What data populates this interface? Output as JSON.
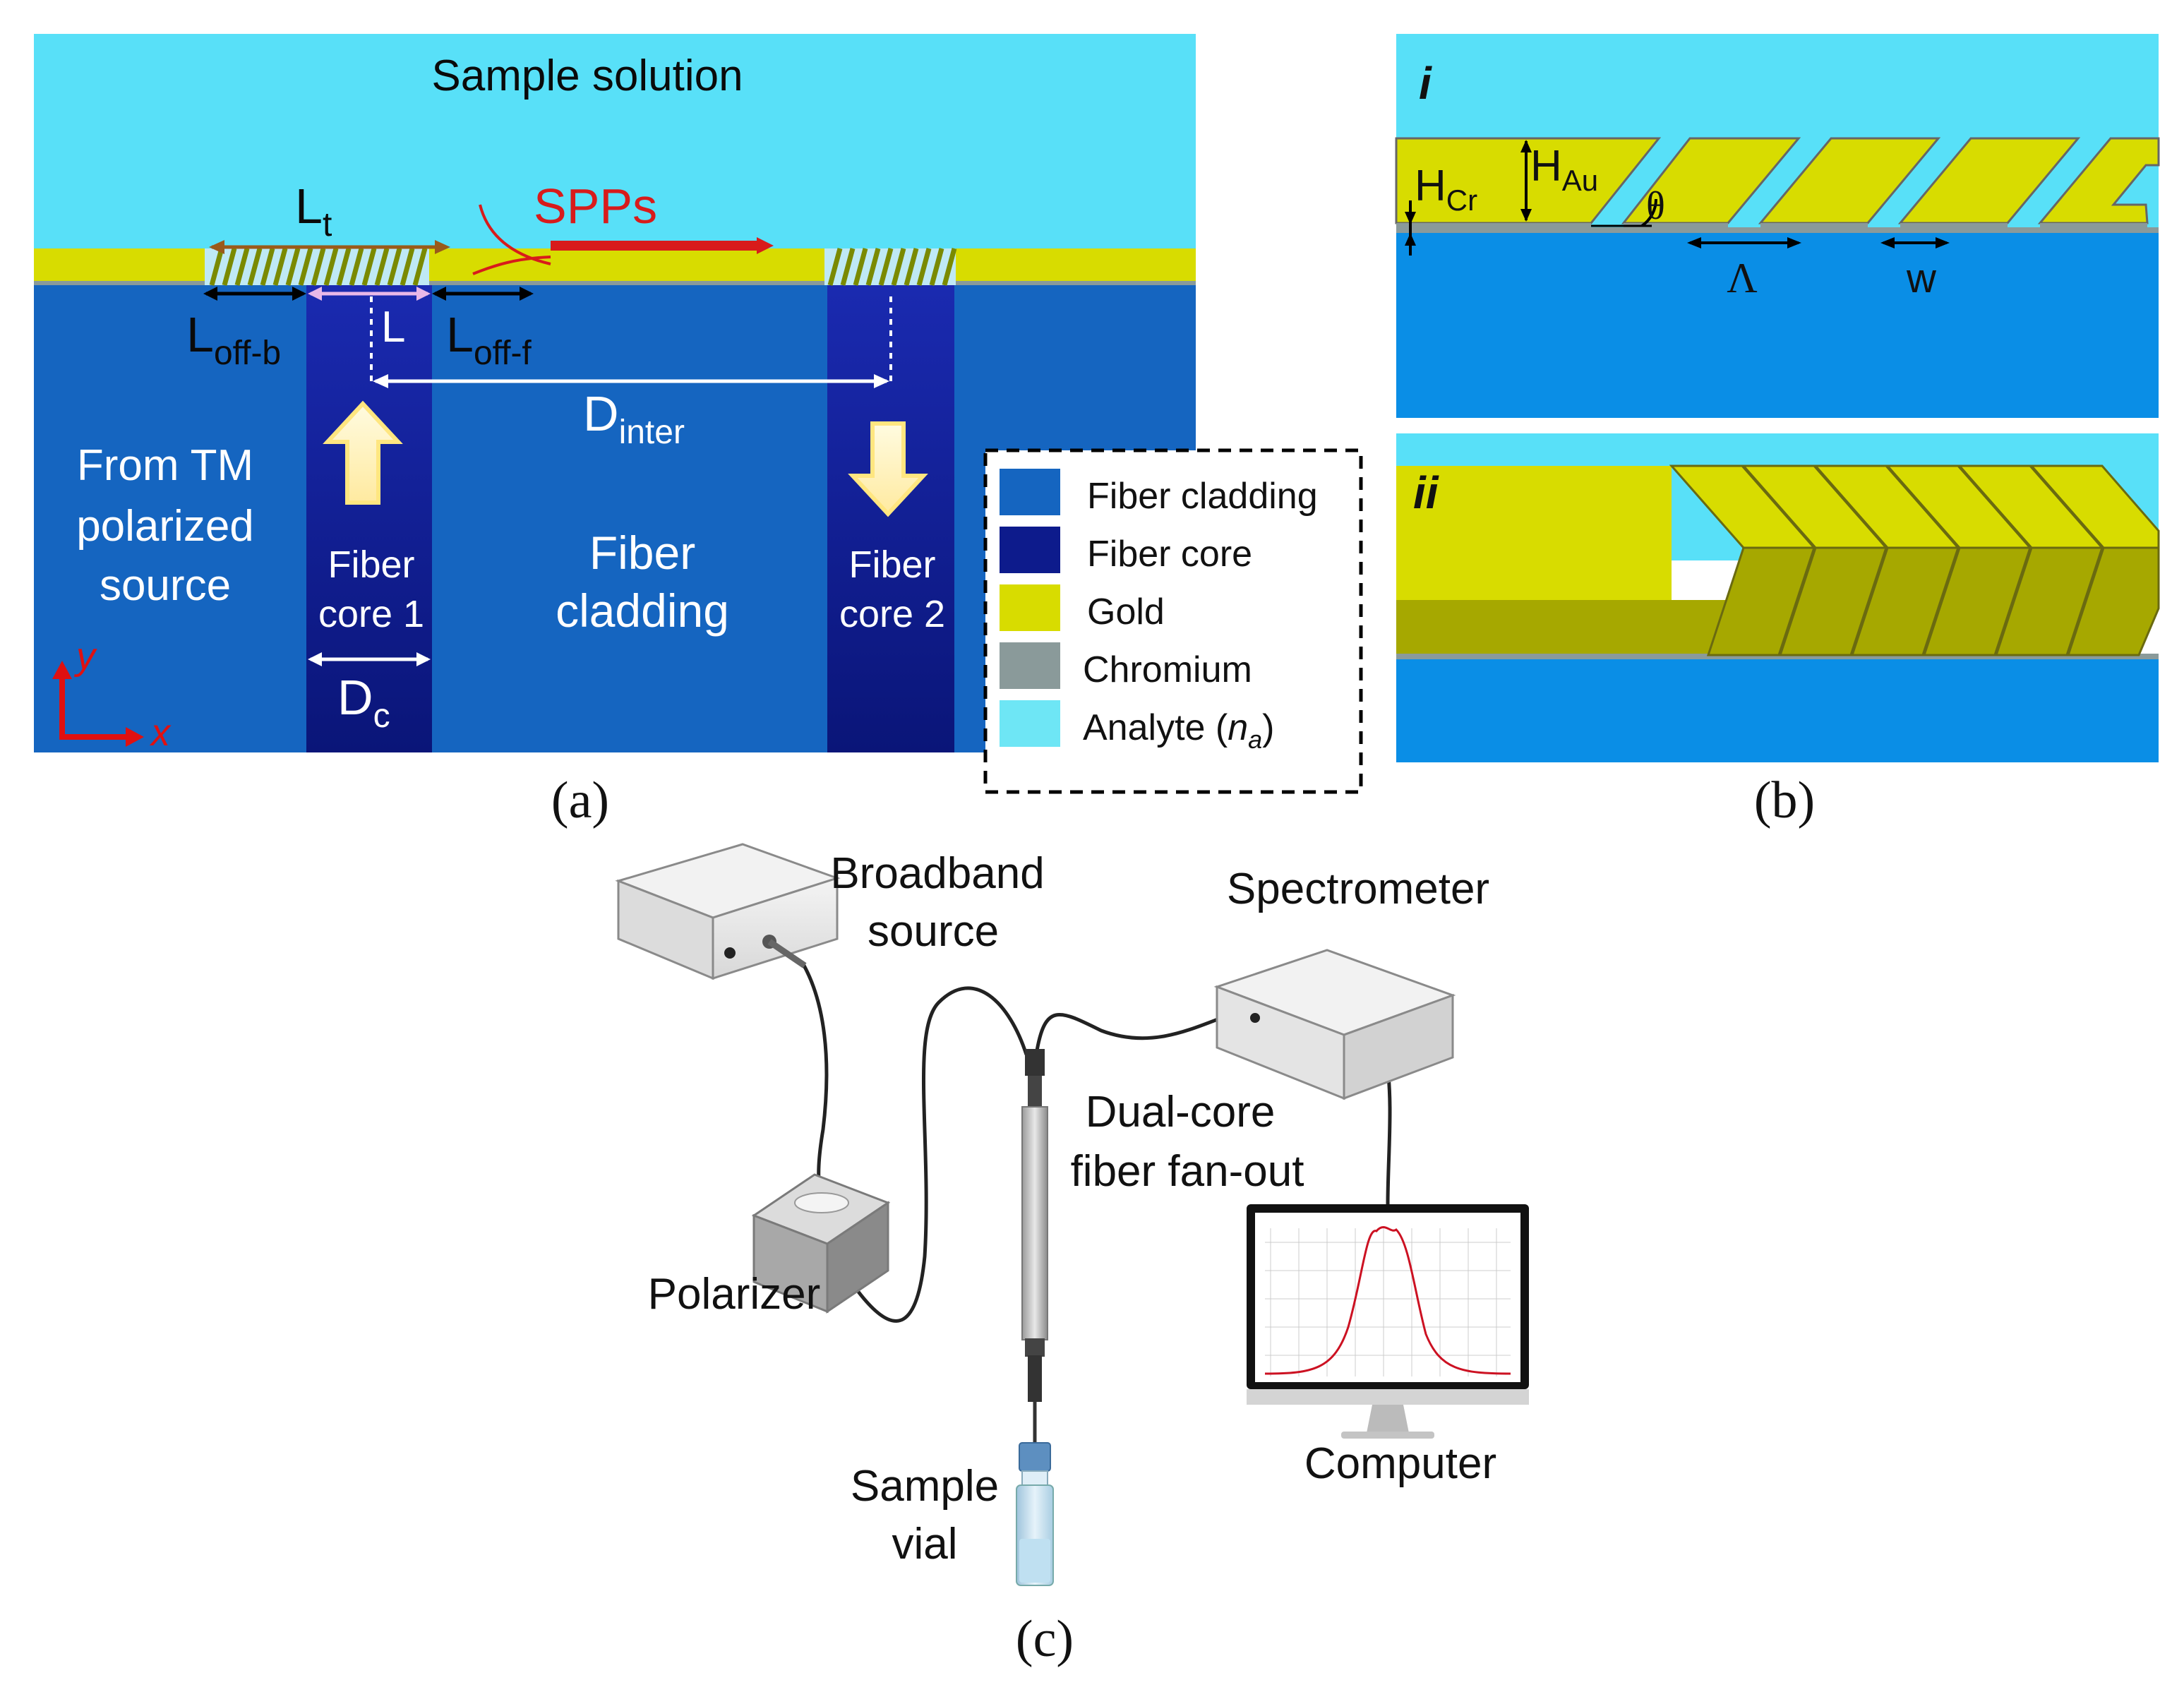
{
  "panel_a": {
    "caption": "(a)",
    "sample_solution": "Sample solution",
    "spps": "SPPs",
    "lt": {
      "main": "L",
      "sub": "t"
    },
    "loff_b": {
      "main": "L",
      "sub": "off-b"
    },
    "l": "L",
    "loff_f": {
      "main": "L",
      "sub": "off-f"
    },
    "dinter": {
      "main": "D",
      "sub": "inter"
    },
    "dc": {
      "main": "D",
      "sub": "c"
    },
    "source_lines": [
      "From TM",
      "polarized",
      "source"
    ],
    "core1_lines": [
      "Fiber",
      "core 1"
    ],
    "cladding_lines": [
      "Fiber",
      "cladding"
    ],
    "core2_lines": [
      "Fiber",
      "core 2"
    ],
    "axis_y": "y",
    "axis_x": "x",
    "legend": [
      {
        "label": "Fiber cladding",
        "color": "#1565c0"
      },
      {
        "label": "Fiber core",
        "color": "#0d1b8c"
      },
      {
        "label": "Gold",
        "color": "#d8dc00"
      },
      {
        "label": "Chromium",
        "color": "#8a9a9a"
      },
      {
        "label": "Analyte (",
        "italic": "n",
        "sub": "a",
        "close": ")",
        "color": "#6ee6f5"
      }
    ]
  },
  "panel_b": {
    "caption": "(b)",
    "sub_i": "i",
    "sub_ii": "ii",
    "hcr": {
      "main": "H",
      "sub": "Cr"
    },
    "hau": {
      "main": "H",
      "sub": "Au"
    },
    "theta": "θ",
    "lambda": "Λ",
    "w": "w"
  },
  "panel_c": {
    "caption": "(c)",
    "broadband_lines": [
      "Broadband",
      "source"
    ],
    "spectrometer": "Spectrometer",
    "dualcore_lines": [
      "Dual-core",
      "fiber fan-out"
    ],
    "polarizer": "Polarizer",
    "computer": "Computer",
    "sample_lines": [
      "Sample",
      "vial"
    ]
  },
  "colors": {
    "solution": "#58e0f8",
    "cladding": "#1565c0",
    "core": "#0d1b8c",
    "gold": "#d8dc00",
    "chromium": "#8a9a9a",
    "analyte": "#6ee6f5",
    "spp_red": "#d81b1b",
    "brown_arrow": "#9a5a1a",
    "axis_red": "#e01010"
  }
}
